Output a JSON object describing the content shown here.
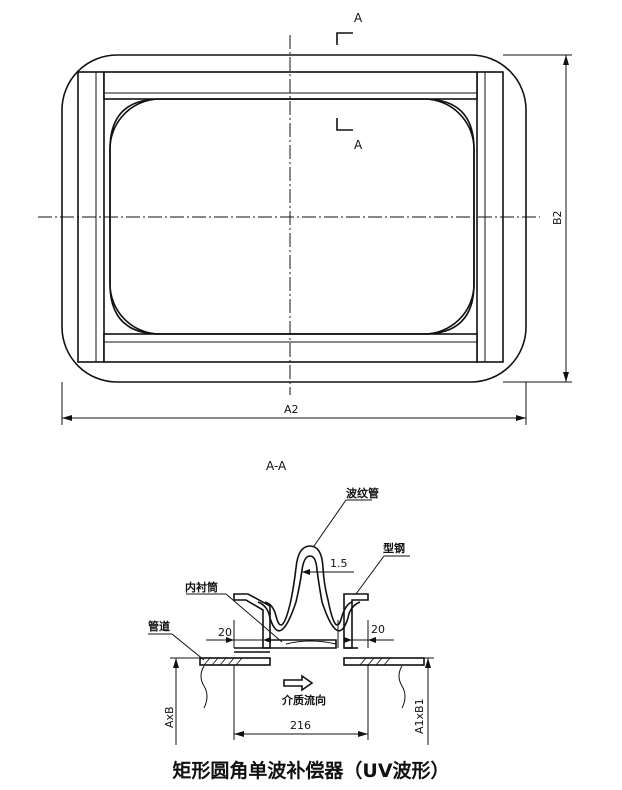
{
  "diagram": {
    "plan_view": {
      "section_marker_top": "A",
      "section_marker_bottom": "A",
      "width_label": "A2",
      "height_label": "B2"
    },
    "section_view": {
      "title": "A-A",
      "labels": {
        "bellows": "波纹管",
        "thickness": "1.5",
        "section_steel": "型钢",
        "inner_liner": "内衬筒",
        "pipe": "管道",
        "flow": "介质流向",
        "left_gap": "20",
        "right_gap": "20",
        "bottom_width": "216",
        "left_vertical": "AxB",
        "right_vertical": "A1xB1"
      }
    },
    "caption": "矩形圆角单波补偿器（UV波形）"
  },
  "colors": {
    "line": "#111111",
    "background": "#ffffff"
  }
}
